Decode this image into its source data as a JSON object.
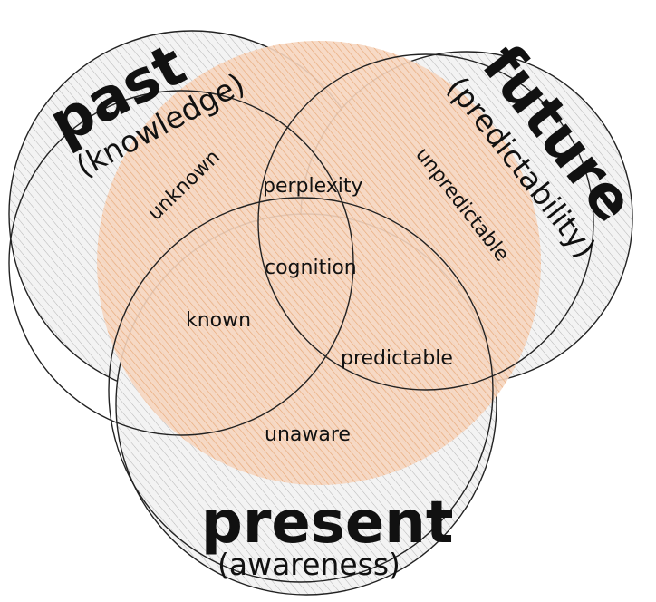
{
  "colors": {
    "circle_fill": "#f3f3f3",
    "hatch_gray": "#b5b5b5",
    "inner_fill": "#f6d6c0",
    "hatch_orange": "#e8a876",
    "stroke": "#222222"
  },
  "sets": {
    "past": {
      "title": "past",
      "subtitle": "(knowledge)"
    },
    "future": {
      "title": "future",
      "subtitle": "(predictability)"
    },
    "present": {
      "title": "present",
      "subtitle": "(awareness)"
    }
  },
  "regions": {
    "unknown": "unknown",
    "perplexity": "perplexity",
    "unpredictable": "unpredictable",
    "cognition": "cognition",
    "known": "known",
    "predictable": "predictable",
    "unaware": "unaware"
  }
}
